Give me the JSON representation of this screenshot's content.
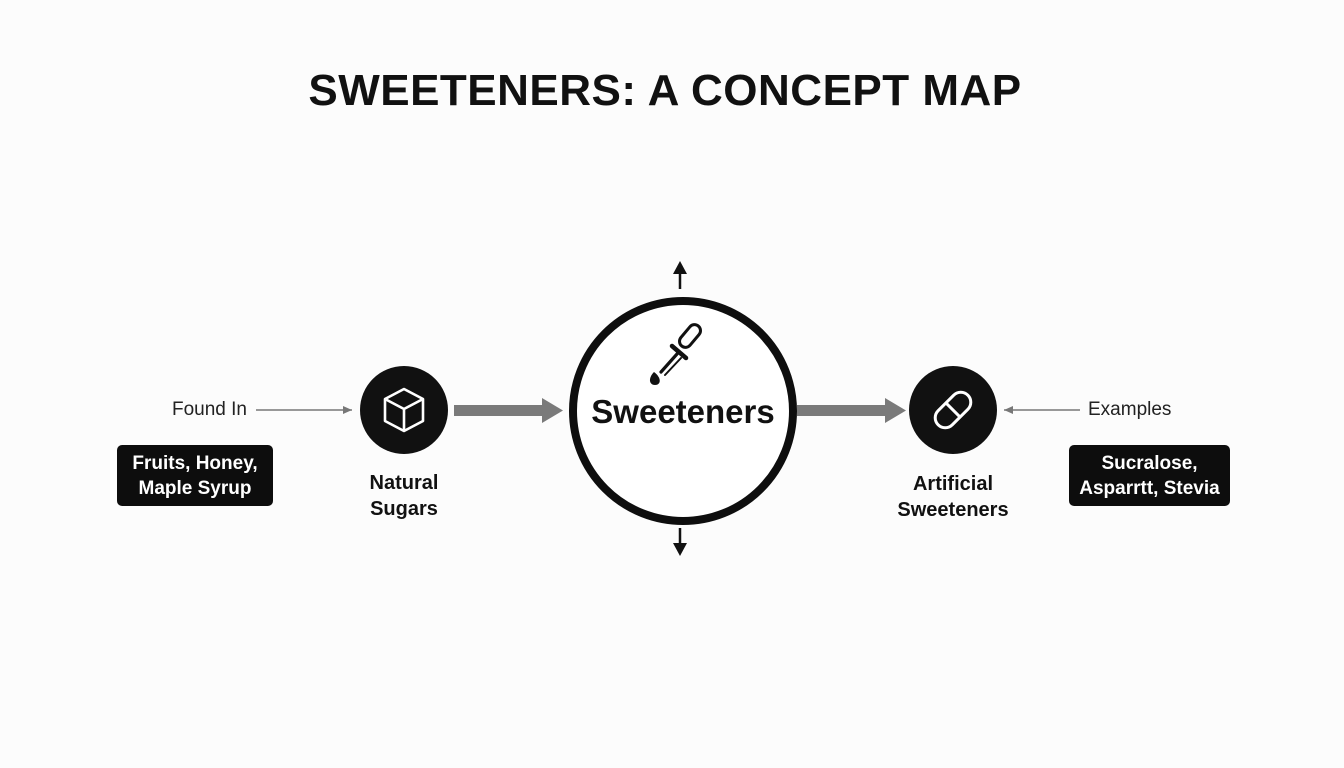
{
  "title": "SWEETENERS: A CONCEPT MAP",
  "hub": {
    "label": "Sweeteners",
    "icon": "dropper-icon"
  },
  "left_branch": {
    "node_label_line1": "Natural",
    "node_label_line2": "Sugars",
    "node_icon": "cube-icon",
    "connector_label": "Found In",
    "badge_line1": "Fruits, Honey,",
    "badge_line2": "Maple Syrup"
  },
  "right_branch": {
    "node_label_line1": "Artificial",
    "node_label_line2": "Sweeteners",
    "node_icon": "pill-icon",
    "connector_label": "Examples",
    "badge_line1": "Sucralose,",
    "badge_line2": "Asparrtt, Stevia"
  },
  "colors": {
    "background": "#fcfcfc",
    "ink": "#111111",
    "thick_arrow": "#7a7a7a",
    "thin_arrow": "#777777"
  }
}
